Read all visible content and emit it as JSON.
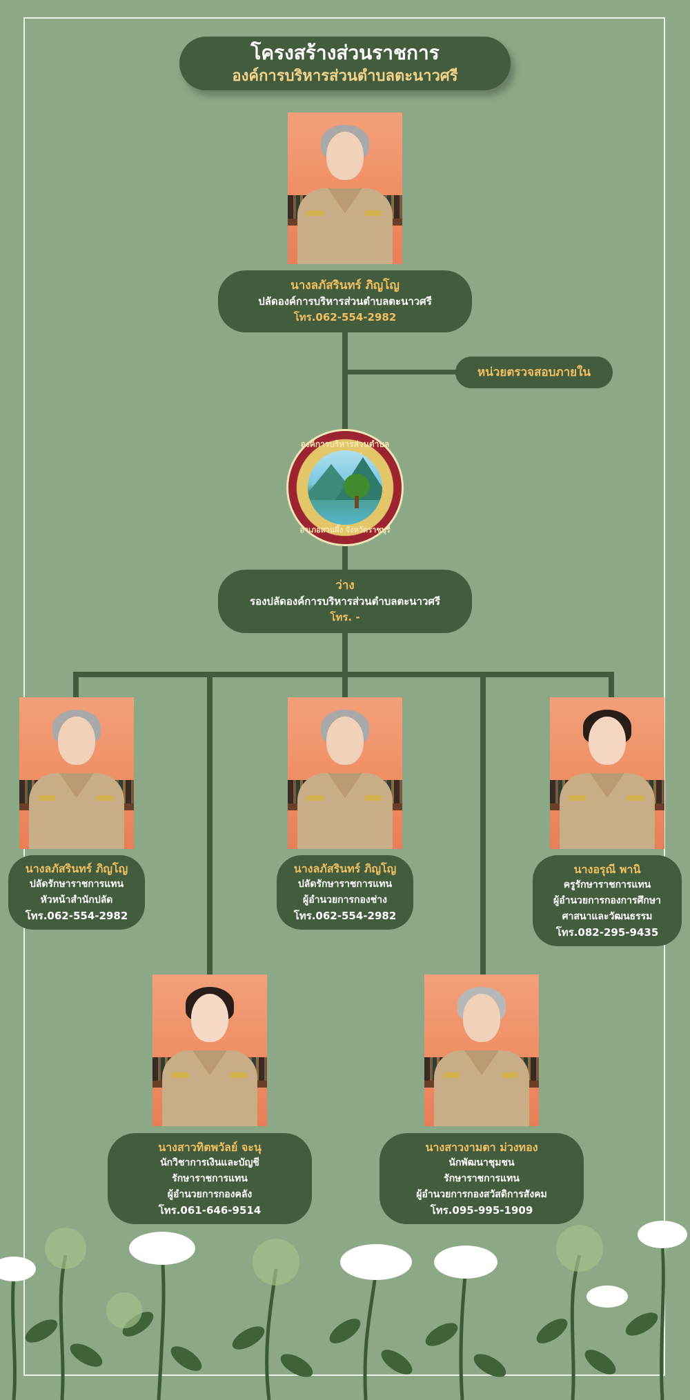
{
  "header": {
    "title": "โครงสร้างส่วนราชการ",
    "subtitle": "องค์การบริหารส่วนตำบลตะนาวศรี"
  },
  "top": {
    "name": "นางลภัสรินทร์    ภิญโญ",
    "position": "ปลัดองค์การบริหารส่วนตำบลตะนาวศรี",
    "phone": "โทร.062-554-2982"
  },
  "audit": {
    "label": "หน่วยตรวจสอบภายใน"
  },
  "logo": {
    "top_text": "องค์การบริหารส่วนตำบลตะนาวศรี",
    "bottom_text": "อำเภอสวนผึ้ง จังหวัดราชบุรี"
  },
  "deputy": {
    "name": "ว่าง",
    "position": "รองปลัดองค์การบริหารส่วนตำบลตะนาวศรี",
    "phone": "โทร.      -"
  },
  "staff": [
    {
      "name": "นางลภัสรินทร์   ภิญโญ",
      "lines": [
        "ปลัดรักษาราชการแทน",
        "หัวหน้าสำนักปลัด"
      ],
      "phone": "โทร.062-554-2982"
    },
    {
      "name": "นางลภัสรินทร์   ภิญโญ",
      "lines": [
        "ปลัดรักษาราชการแทน",
        "ผู้อำนวยการกองช่าง"
      ],
      "phone": "โทร.062-554-2982"
    },
    {
      "name": "นางอรุณี    พานิ",
      "lines": [
        "ครูรักษาราชการแทน",
        "ผู้อำนวยการกองการศึกษา",
        "ศาสนาและวัฒนธรรม"
      ],
      "phone": "โทร.082-295-9435"
    },
    {
      "name": "นางสาวทิตพวัลย์  จะนุ",
      "lines": [
        "นักวิชาการเงินและบัญชี",
        "รักษาราชการแทน",
        "ผู้อำนวยการกองคลัง"
      ],
      "phone": "โทร.061-646-9514"
    },
    {
      "name": "นางสาวงามตา    ม่วงทอง",
      "lines": [
        "นักพัฒนาชุมชน",
        "รักษาราชการแทน",
        "ผู้อำนวยการกองสวัสดิการสังคม"
      ],
      "phone": "โทร.095-995-1909"
    }
  ],
  "colors": {
    "background": "#8da886",
    "card": "#445c3e",
    "accent": "#f0c060"
  }
}
